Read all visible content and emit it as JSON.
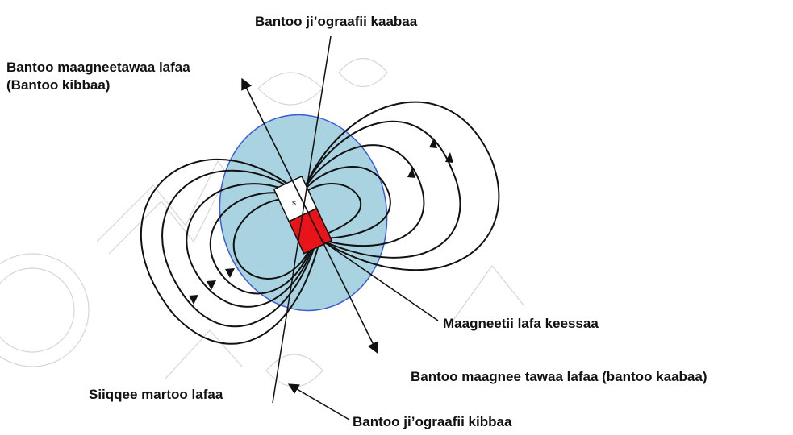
{
  "labels": {
    "geographic_north": "Bantoo ji’ograafii kaabaa",
    "magnetic_south_line1": "Bantoo maagneetawaa lafaa",
    "magnetic_south_line2": "(Bantoo kibbaa)",
    "earth_core_magnet": "Maagneetii lafa keessaa",
    "magnetic_north": "Bantoo maagnee tawaa lafaa (bantoo kaabaa)",
    "rotation_axis": "Siiqqee martoo lafaa",
    "geographic_south": "Bantoo ji’ograafii kibbaa"
  },
  "magnet": {
    "s_pole_mark": "s"
  },
  "colors": {
    "earth_fill": "#a9d3e0",
    "earth_outline": "#3b5bd6",
    "magnet_red": "#e8141a",
    "magnet_white": "#ffffff",
    "line_color": "#111111",
    "watermark": "#9a9a9a"
  }
}
